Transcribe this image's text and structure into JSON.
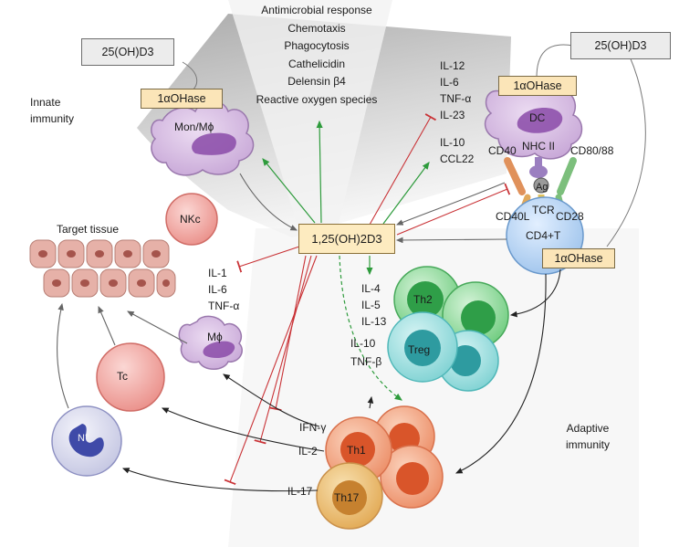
{
  "sections": {
    "innate": [
      "Innate",
      "immunity"
    ],
    "adaptive": [
      "Adaptive",
      "immunity"
    ],
    "target_tissue": "Target tissue"
  },
  "precursor_label": "25(OH)D3",
  "enzyme_label": "1αOHase",
  "center_label": "1,25(OH)2D3",
  "macrophage_responses": [
    "Antimicrobial response",
    "Chemotaxis",
    "Phagocytosis",
    "Cathelicidin",
    "Delensin β4",
    "Reactive oxygen species"
  ],
  "dc_inhibited_cytokines": [
    "IL-12",
    "IL-6",
    "TNF-α",
    "IL-23"
  ],
  "dc_induced_cytokines": [
    "IL-10",
    "CCL22"
  ],
  "mphi_inhibited_cytokines": [
    "IL-1",
    "IL-6",
    "TNF-α"
  ],
  "th2_cytokines": [
    "IL-4",
    "IL-5",
    "IL-13"
  ],
  "treg_cytokines": [
    "IL-10",
    "TNF-β"
  ],
  "effector_cytokines": {
    "ifn": "IFN-γ",
    "il2": "IL-2",
    "il17": "IL-17"
  },
  "cells": {
    "monocyte": "Mon/Mϕ",
    "nkc": "NKc",
    "dc": "DC",
    "macrophage": "Mϕ",
    "tc": "Tc",
    "neutrophil": "N°",
    "cd4": "CD4+T",
    "ag": "Ag",
    "th2": "Th2",
    "treg": "Treg",
    "th1": "Th1",
    "th17": "Th17"
  },
  "receptors": {
    "cd40": "CD40",
    "mhc": "NHC II",
    "cd80": "CD80/88",
    "cd40l": "CD40L",
    "tcr": "TCR",
    "cd28": "CD28"
  },
  "colors": {
    "stimulate": "#2e9b3c",
    "inhibit": "#c93236",
    "neutral": "#666666",
    "enzyme_box": "#fbe5b8"
  }
}
